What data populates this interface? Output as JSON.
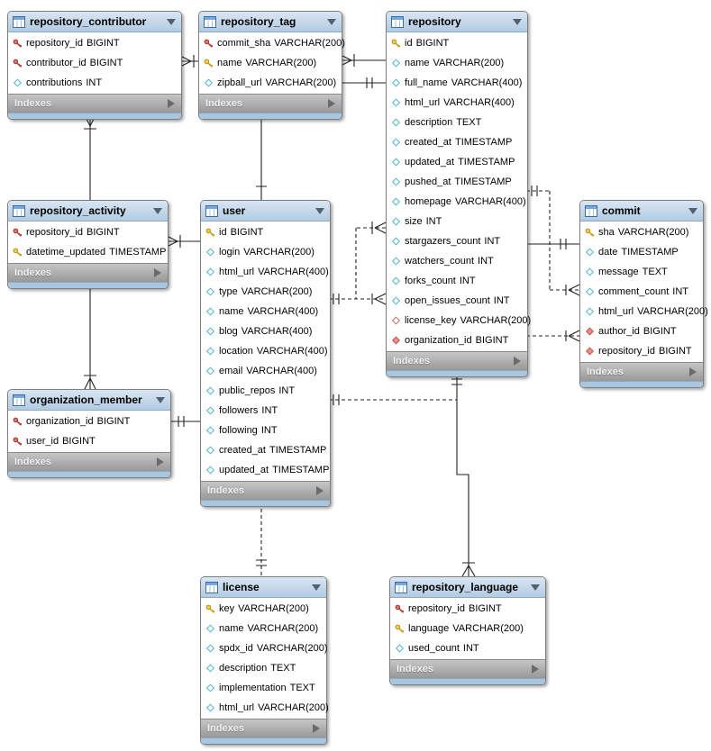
{
  "diagram": {
    "footer_label_default": "Indexes",
    "tables": [
      {
        "id": "repository_contributor",
        "title": "repository_contributor",
        "indexes_label": "Indexes",
        "fields": [
          {
            "icon": "foreign-primary-key-icon",
            "name": "repository_id",
            "type": "BIGINT"
          },
          {
            "icon": "foreign-primary-key-icon",
            "name": "contributor_id",
            "type": "BIGINT"
          },
          {
            "icon": "column-icon",
            "name": "contributions",
            "type": "INT"
          }
        ]
      },
      {
        "id": "repository_tag",
        "title": "repository_tag",
        "indexes_label": "Indexes",
        "fields": [
          {
            "icon": "foreign-primary-key-icon",
            "name": "commit_sha",
            "type": "VARCHAR(200)"
          },
          {
            "icon": "primary-key-icon",
            "name": "name",
            "type": "VARCHAR(200)"
          },
          {
            "icon": "column-icon",
            "name": "zipball_url",
            "type": "VARCHAR(200)"
          }
        ]
      },
      {
        "id": "repository",
        "title": "repository",
        "indexes_label": "Indexes",
        "fields": [
          {
            "icon": "primary-key-icon",
            "name": "id",
            "type": "BIGINT"
          },
          {
            "icon": "column-icon",
            "name": "name",
            "type": "VARCHAR(200)"
          },
          {
            "icon": "column-icon",
            "name": "full_name",
            "type": "VARCHAR(400)"
          },
          {
            "icon": "column-icon",
            "name": "html_url",
            "type": "VARCHAR(400)"
          },
          {
            "icon": "column-icon",
            "name": "description",
            "type": "TEXT"
          },
          {
            "icon": "column-icon",
            "name": "created_at",
            "type": "TIMESTAMP"
          },
          {
            "icon": "column-icon",
            "name": "updated_at",
            "type": "TIMESTAMP"
          },
          {
            "icon": "column-icon",
            "name": "pushed_at",
            "type": "TIMESTAMP"
          },
          {
            "icon": "column-icon",
            "name": "homepage",
            "type": "VARCHAR(400)"
          },
          {
            "icon": "column-icon",
            "name": "size",
            "type": "INT"
          },
          {
            "icon": "column-icon",
            "name": "stargazers_count",
            "type": "INT"
          },
          {
            "icon": "column-icon",
            "name": "watchers_count",
            "type": "INT"
          },
          {
            "icon": "column-icon",
            "name": "forks_count",
            "type": "INT"
          },
          {
            "icon": "column-icon",
            "name": "open_issues_count",
            "type": "INT"
          },
          {
            "icon": "nullable-foreign-key-icon",
            "name": "license_key",
            "type": "VARCHAR(200)"
          },
          {
            "icon": "foreign-key-icon",
            "name": "organization_id",
            "type": "BIGINT"
          }
        ]
      },
      {
        "id": "user",
        "title": "user",
        "indexes_label": "Indexes",
        "fields": [
          {
            "icon": "primary-key-icon",
            "name": "id",
            "type": "BIGINT"
          },
          {
            "icon": "column-icon",
            "name": "login",
            "type": "VARCHAR(200)"
          },
          {
            "icon": "column-icon",
            "name": "html_url",
            "type": "VARCHAR(400)"
          },
          {
            "icon": "column-icon",
            "name": "type",
            "type": "VARCHAR(200)"
          },
          {
            "icon": "column-icon",
            "name": "name",
            "type": "VARCHAR(400)"
          },
          {
            "icon": "column-icon",
            "name": "blog",
            "type": "VARCHAR(400)"
          },
          {
            "icon": "column-icon",
            "name": "location",
            "type": "VARCHAR(400)"
          },
          {
            "icon": "column-icon",
            "name": "email",
            "type": "VARCHAR(400)"
          },
          {
            "icon": "column-icon",
            "name": "public_repos",
            "type": "INT"
          },
          {
            "icon": "column-icon",
            "name": "followers",
            "type": "INT"
          },
          {
            "icon": "column-icon",
            "name": "following",
            "type": "INT"
          },
          {
            "icon": "column-icon",
            "name": "created_at",
            "type": "TIMESTAMP"
          },
          {
            "icon": "column-icon",
            "name": "updated_at",
            "type": "TIMESTAMP"
          }
        ]
      },
      {
        "id": "repository_activity",
        "title": "repository_activity",
        "indexes_label": "Indexes",
        "fields": [
          {
            "icon": "foreign-primary-key-icon",
            "name": "repository_id",
            "type": "BIGINT"
          },
          {
            "icon": "primary-key-icon",
            "name": "datetime_updated",
            "type": "TIMESTAMP"
          }
        ]
      },
      {
        "id": "organization_member",
        "title": "organization_member",
        "indexes_label": "Indexes",
        "fields": [
          {
            "icon": "foreign-primary-key-icon",
            "name": "organization_id",
            "type": "BIGINT"
          },
          {
            "icon": "foreign-primary-key-icon",
            "name": "user_id",
            "type": "BIGINT"
          }
        ]
      },
      {
        "id": "commit",
        "title": "commit",
        "indexes_label": "Indexes",
        "fields": [
          {
            "icon": "primary-key-icon",
            "name": "sha",
            "type": "VARCHAR(200)"
          },
          {
            "icon": "column-icon",
            "name": "date",
            "type": "TIMESTAMP"
          },
          {
            "icon": "column-icon",
            "name": "message",
            "type": "TEXT"
          },
          {
            "icon": "column-icon",
            "name": "comment_count",
            "type": "INT"
          },
          {
            "icon": "column-icon",
            "name": "html_url",
            "type": "VARCHAR(200)"
          },
          {
            "icon": "foreign-key-icon",
            "name": "author_id",
            "type": "BIGINT"
          },
          {
            "icon": "foreign-key-icon",
            "name": "repository_id",
            "type": "BIGINT"
          }
        ]
      },
      {
        "id": "license",
        "title": "license",
        "indexes_label": "Indexes",
        "fields": [
          {
            "icon": "primary-key-icon",
            "name": "key",
            "type": "VARCHAR(200)"
          },
          {
            "icon": "column-icon",
            "name": "name",
            "type": "VARCHAR(200)"
          },
          {
            "icon": "column-icon",
            "name": "spdx_id",
            "type": "VARCHAR(200)"
          },
          {
            "icon": "column-icon",
            "name": "description",
            "type": "TEXT"
          },
          {
            "icon": "column-icon",
            "name": "implementation",
            "type": "TEXT"
          },
          {
            "icon": "column-icon",
            "name": "html_url",
            "type": "VARCHAR(200)"
          }
        ]
      },
      {
        "id": "repository_language",
        "title": "repository_language",
        "indexes_label": "Indexes",
        "fields": [
          {
            "icon": "foreign-primary-key-icon",
            "name": "repository_id",
            "type": "BIGINT"
          },
          {
            "icon": "primary-key-icon",
            "name": "language",
            "type": "VARCHAR(200)"
          },
          {
            "icon": "column-icon",
            "name": "used_count",
            "type": "INT"
          }
        ]
      }
    ],
    "relationships": [
      {
        "from": "repository_contributor",
        "to": "repository",
        "style": "solid",
        "many_side": "repository_contributor"
      },
      {
        "from": "repository_tag",
        "to": "commit",
        "style": "solid",
        "many_side": "repository_tag"
      },
      {
        "from": "repository_activity",
        "to": "repository",
        "style": "solid",
        "many_side": "repository_activity"
      },
      {
        "from": "repository_contributor",
        "to": "user",
        "style": "solid",
        "many_side": "repository_contributor"
      },
      {
        "from": "organization_member",
        "to": "user",
        "style": "solid",
        "many_side": "organization_member"
      },
      {
        "from": "repository_language",
        "to": "repository",
        "style": "solid",
        "many_side": "repository_language"
      },
      {
        "from": "repository",
        "to": "commit",
        "style": "dashed",
        "many_side": "commit"
      },
      {
        "from": "user",
        "to": "commit",
        "style": "dashed",
        "many_side": "commit"
      },
      {
        "from": "user",
        "to": "repository",
        "style": "dashed",
        "many_side": "repository"
      },
      {
        "from": "repository",
        "to": "license",
        "style": "dashed",
        "many_side": "repository"
      }
    ],
    "colors": {
      "header_bg": "#bcd2e6",
      "footer_bg": "#a8a8a8",
      "bottom_strip": "#a9c6e0",
      "primary_key": "#e0b420",
      "foreign_primary_key": "#c0504a",
      "column_diamond": "#4fb5c9",
      "foreign_key_fill": "#e89287",
      "nullable_fk_outline": "#cc6a5e",
      "line": "#222222"
    }
  }
}
